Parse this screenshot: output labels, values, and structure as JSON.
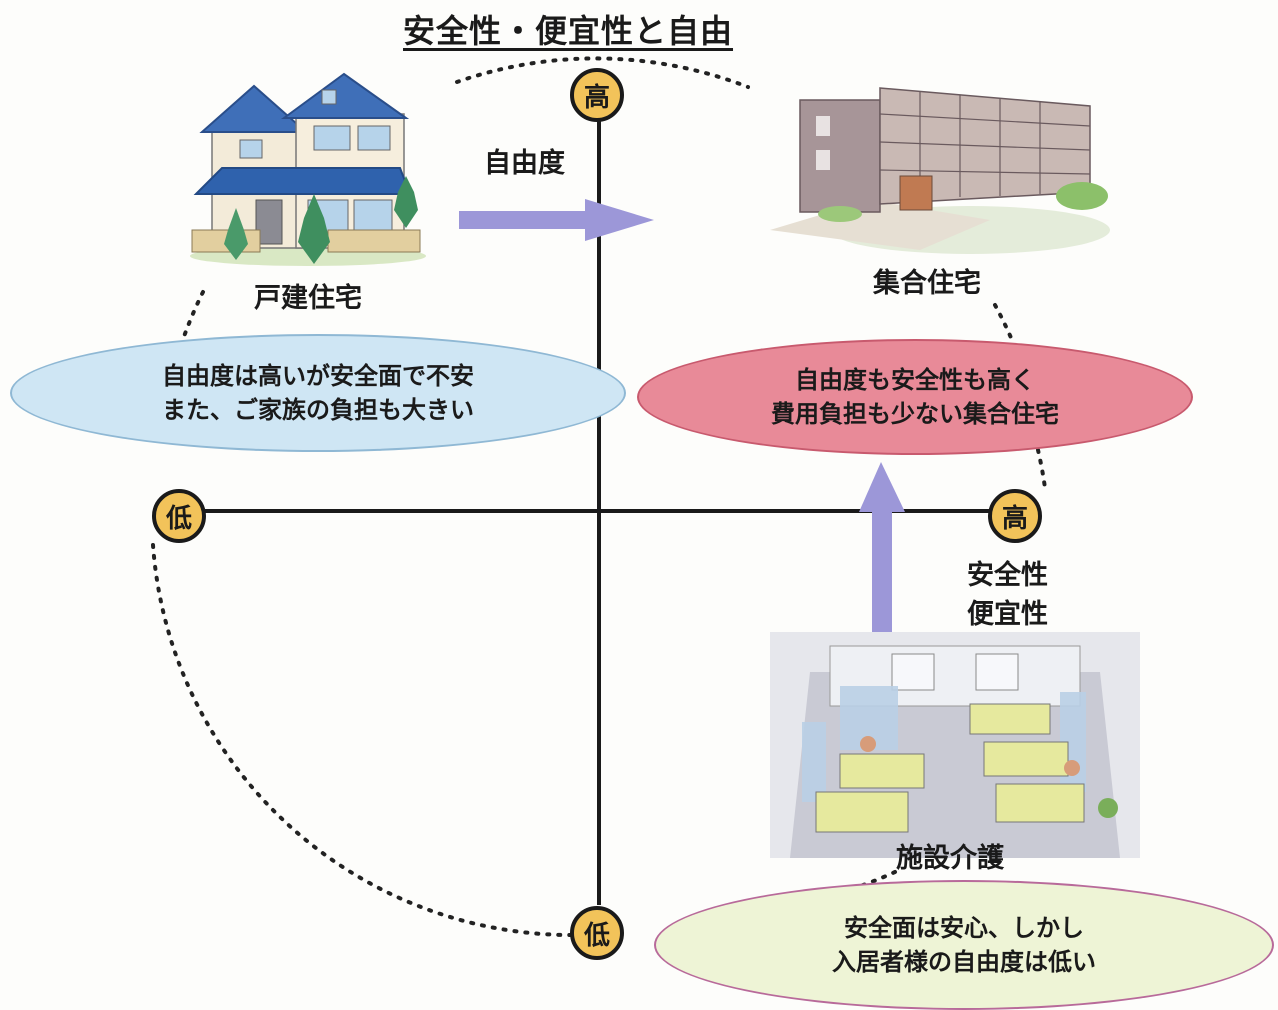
{
  "title": "安全性・便宜性と自由",
  "axes": {
    "freedom": {
      "name": "自由度",
      "high": "高",
      "low": "低"
    },
    "safety": {
      "name_line1": "安全性",
      "name_line2": "便宜性",
      "high": "高",
      "low": "低"
    }
  },
  "places": {
    "detached_house": "戸建住宅",
    "apartment": "集合住宅",
    "facility": "施設介護"
  },
  "bubbles": {
    "detached": {
      "line1": "自由度は高いが安全面で不安",
      "line2": "また、ご家族の負担も大きい"
    },
    "apartment": {
      "line1": "自由度も安全性も高く",
      "line2": "費用負担も少ない集合住宅"
    },
    "facility": {
      "line1": "安全面は安心、しかし",
      "line2": "入居者様の自由度は低い"
    }
  },
  "colors": {
    "badge": "#f2c35a",
    "arrow": "#9c97d8",
    "bubble_detached": "#cfe6f4",
    "bubble_apartment": "#e88a98",
    "bubble_facility": "#eef4d6"
  }
}
